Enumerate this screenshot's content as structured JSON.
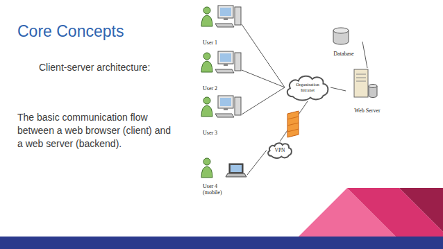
{
  "diagram": {
    "title": "Core Concepts",
    "nodes": [
      {
        "text": [
          "User 1"
        ]
      },
      {
        "text": [
          "User 2"
        ]
      },
      {
        "text": [
          "User 3"
        ]
      },
      {
        "text": [
          "User 4 (mobile)"
        ]
      },
      {
        "text": [
          "Database"
        ]
      },
      {
        "text": [
          "Organisation Intranet"
        ]
      },
      {
        "text": [
          "Web Server"
        ]
      },
      {
        "text": [
          "VPN"
        ]
      }
    ],
    "edges": [
      {
        "from": 0,
        "to": 5,
        "arrow": "none"
      },
      {
        "from": 1,
        "to": 5,
        "arrow": "none"
      },
      {
        "from": 2,
        "to": 5,
        "arrow": "none"
      },
      {
        "from": 5,
        "to": 6,
        "arrow": "none"
      },
      {
        "from": 4,
        "to": 6,
        "arrow": "none"
      },
      {
        "from": 5,
        "to": 7,
        "arrow": "none"
      },
      {
        "from": 3,
        "to": 7,
        "arrow": "none"
      }
    ],
    "labels": [
      "Client-server architecture:",
      "The basic communication flow between a web browser (client) and a web server (backend)."
    ]
  }
}
